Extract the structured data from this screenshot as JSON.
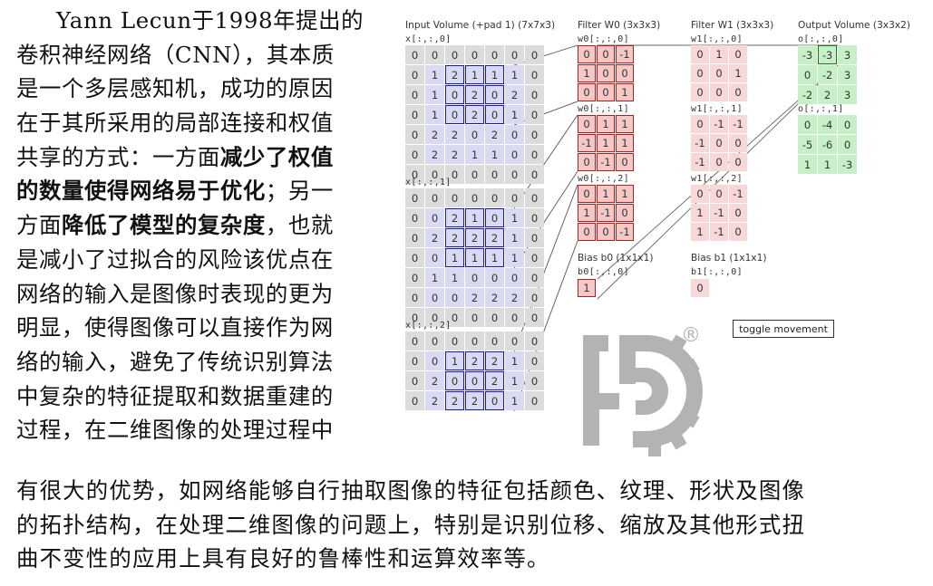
{
  "text_left": [
    "Yann Lecun于1998年提出的",
    "卷积神经网络（CNN），其本质",
    "是一个多层感知机，成功的原因",
    "在于其所采用的局部连接和权值",
    "共享的方式：一方面",
    "减少了权值",
    "的数量使得网络易于优化",
    "；另一",
    "方面",
    "降低了模型的复杂度",
    "，也就",
    "是减小了过拟合的风险该优点在",
    "网络的输入是图像时表现的更为",
    "明显，使得图像可以直接作为网",
    "络的输入，避免了传统识别算法",
    "中复杂的特征提取和数据重建的",
    "过程，在二维图像的处理过程中"
  ],
  "text_bottom": [
    "有很大的优势，如网络能够自行抽取图像的特征包括颜色、纹理、形状及图像",
    "的拓扑结构，在处理二维图像的问题上，特别是识别位移、缩放及其他形式扭",
    "曲不变性的应用上具有良好的鲁棒性和运算效率等。"
  ],
  "figure": {
    "input_title": "Input Volume (+pad 1) (7x7x3)",
    "filter_w0_title": "Filter W0 (3x3x3)",
    "filter_w1_title": "Filter W1 (3x3x3)",
    "output_title": "Output Volume (3x3x2)",
    "input_labels": [
      "x[:,:,0]",
      "x[:,:,1]",
      "x[:,:,2]"
    ],
    "input": [
      [
        [
          0,
          0,
          0,
          0,
          0,
          0,
          0
        ],
        [
          0,
          1,
          2,
          1,
          1,
          1,
          0
        ],
        [
          0,
          1,
          0,
          2,
          0,
          2,
          0
        ],
        [
          0,
          1,
          0,
          2,
          0,
          1,
          0
        ],
        [
          0,
          2,
          2,
          0,
          2,
          0,
          0
        ],
        [
          0,
          2,
          2,
          1,
          1,
          0,
          0
        ],
        [
          0,
          0,
          0,
          0,
          0,
          0,
          0
        ]
      ],
      [
        [
          0,
          0,
          0,
          0,
          0,
          0,
          0
        ],
        [
          0,
          0,
          2,
          1,
          0,
          1,
          0
        ],
        [
          0,
          2,
          2,
          2,
          2,
          1,
          0
        ],
        [
          0,
          0,
          1,
          1,
          1,
          1,
          0
        ],
        [
          0,
          1,
          1,
          0,
          0,
          0,
          0
        ],
        [
          0,
          0,
          0,
          2,
          2,
          2,
          0
        ],
        [
          0,
          0,
          0,
          0,
          0,
          0,
          0
        ]
      ],
      [
        [
          0,
          0,
          0,
          0,
          0,
          0,
          0
        ],
        [
          0,
          0,
          1,
          2,
          2,
          1,
          0
        ],
        [
          0,
          2,
          0,
          0,
          2,
          1,
          0
        ],
        [
          0,
          2,
          2,
          2,
          0,
          1,
          0
        ]
      ]
    ],
    "w0_labels": [
      "w0[:,:,0]",
      "w0[:,:,1]",
      "w0[:,:,2]"
    ],
    "w0": [
      [
        [
          0,
          0,
          -1
        ],
        [
          1,
          0,
          0
        ],
        [
          0,
          0,
          1
        ]
      ],
      [
        [
          0,
          1,
          1
        ],
        [
          -1,
          1,
          1
        ],
        [
          0,
          -1,
          0
        ]
      ],
      [
        [
          0,
          1,
          1
        ],
        [
          1,
          -1,
          0
        ],
        [
          0,
          0,
          -1
        ]
      ]
    ],
    "w1_labels": [
      "w1[:,:,0]",
      "w1[:,:,1]",
      "w1[:,:,2]"
    ],
    "w1": [
      [
        [
          0,
          1,
          0
        ],
        [
          0,
          0,
          1
        ],
        [
          0,
          0,
          0
        ]
      ],
      [
        [
          0,
          -1,
          -1
        ],
        [
          -1,
          0,
          0
        ],
        [
          -1,
          0,
          0
        ]
      ],
      [
        [
          0,
          0,
          -1
        ],
        [
          1,
          -1,
          0
        ],
        [
          1,
          -1,
          0
        ]
      ]
    ],
    "bias_b0_title": "Bias b0 (1x1x1)",
    "bias_b0_label": "b0[:,:,0]",
    "bias_b0_value": 1,
    "bias_b1_title": "Bias b1 (1x1x1)",
    "bias_b1_label": "b1[:,:,0]",
    "bias_b1_value": 0,
    "output_labels": [
      "o[:,:,0]",
      "o[:,:,1]"
    ],
    "output": [
      [
        [
          -3,
          -3,
          3
        ],
        [
          0,
          -2,
          3
        ],
        [
          -2,
          2,
          3
        ]
      ],
      [
        [
          0,
          -4,
          0
        ],
        [
          -5,
          -6,
          0
        ],
        [
          1,
          1,
          -3
        ]
      ]
    ],
    "toggle_label": "toggle movement",
    "registered_mark": "®"
  },
  "colors": {
    "input_cell": "#d9d9f2",
    "pad_cell": "#dcdcdc",
    "input_highlight": "#1a1a9a",
    "filter_w0_cell": "#f2c6c6",
    "filter_highlight": "#b01e1e",
    "filter_w1_cell": "#f7d7d7",
    "output_cell": "#c8f0c8",
    "output_highlight": "#1a7a1a",
    "logo_gray": "#b3b3b3"
  }
}
